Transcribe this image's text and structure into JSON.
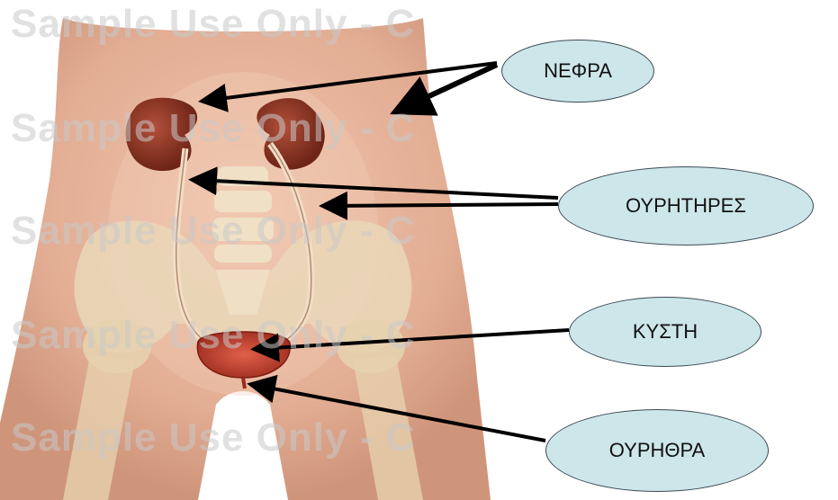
{
  "watermark": "Sample Use Only - C",
  "labels": {
    "kidneys": "ΝΕΦΡΑ",
    "ureters": "ΟΥΡΗΤΗΡΕΣ",
    "bladder": "ΚΥΣΤΗ",
    "urethra": "ΟΥΡΗΘΡΑ"
  },
  "colors": {
    "oval_fill": "#cde6ea",
    "skin": "#e8b8a0",
    "kidney": "#8c2e1e",
    "bladder": "#c0392b",
    "bone": "#ead7b8",
    "arrow": "#000000"
  }
}
